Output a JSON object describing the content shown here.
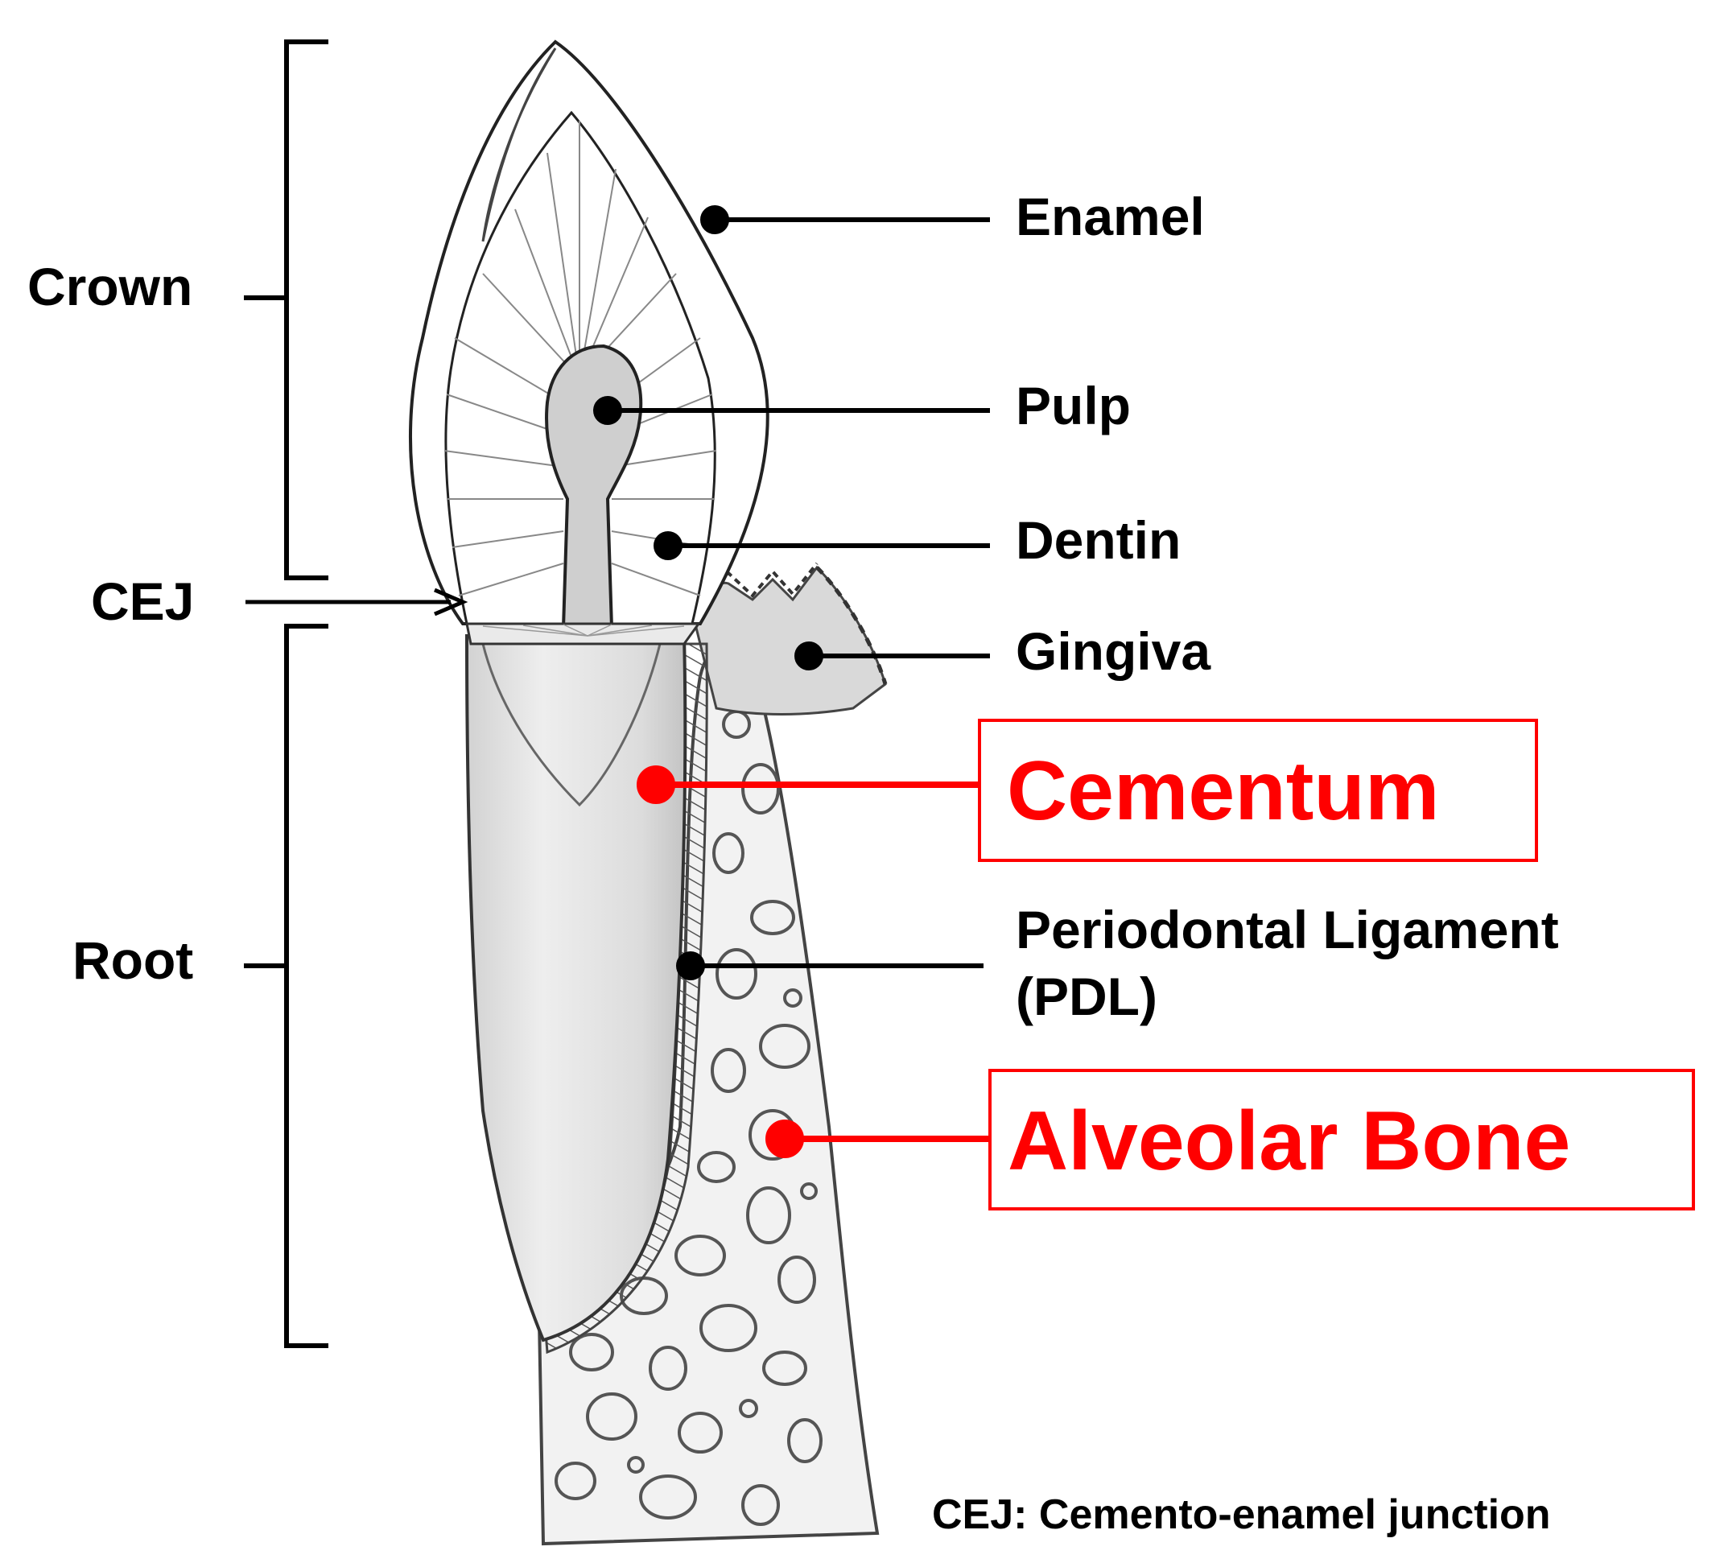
{
  "sections": {
    "crown": "Crown",
    "cej": "CEJ",
    "root": "Root"
  },
  "parts": {
    "enamel": "Enamel",
    "pulp": "Pulp",
    "dentin": "Dentin",
    "gingiva": "Gingiva",
    "cementum": "Cementum",
    "pdl_line1": "Periodontal Ligament",
    "pdl_line2": "(PDL)",
    "alveolar_bone": "Alveolar Bone"
  },
  "footnote": "CEJ: Cemento-enamel junction",
  "colors": {
    "highlight": "#ff0000",
    "ink": "#000000"
  }
}
